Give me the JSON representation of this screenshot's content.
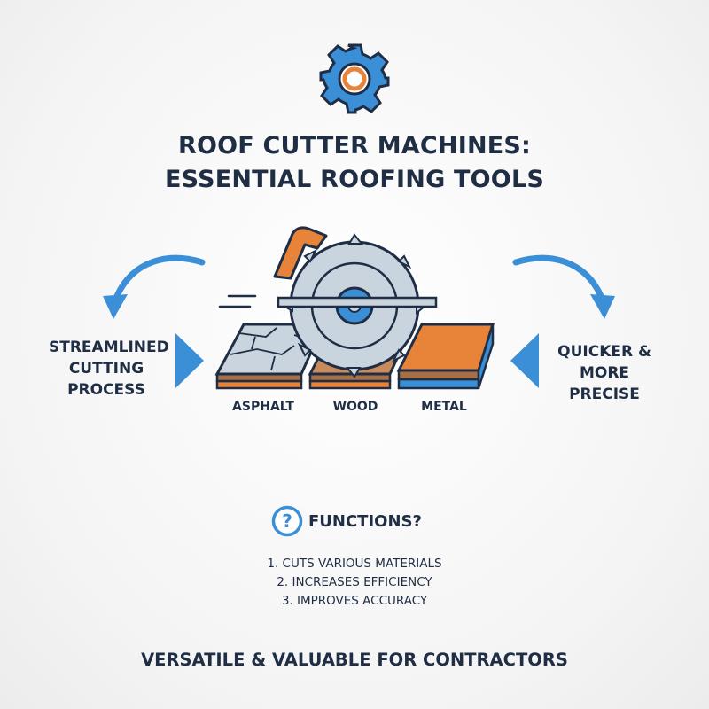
{
  "title": {
    "line1": "ROOF CUTTER MACHINES:",
    "line2": "ESSENTIAL ROOFING TOOLS"
  },
  "left_note": {
    "line1": "STREAMLINED",
    "line2": "CUTTING",
    "line3": "PROCESS"
  },
  "right_note": {
    "line1": "QUICKER &",
    "line2": "MORE PRECISE"
  },
  "materials": [
    "ASPHALT",
    "WOOD",
    "METAL"
  ],
  "functions": {
    "heading": "FUNCTIONS?",
    "items": [
      "1. CUTS VARIOUS MATERIALS",
      "2. INCREASES EFFICIENCY",
      "3. IMPROVES ACCURACY"
    ]
  },
  "tagline": "VERSATILE & VALUABLE FOR CONTRACTORS",
  "icons": {
    "top": "gear-icon",
    "functions": "question-circle-icon",
    "left_arrow": "curved-arrow-down-left-icon",
    "right_arrow": "curved-arrow-down-right-icon",
    "left_pointer": "triangle-right-icon",
    "right_pointer": "triangle-left-icon",
    "center": "circular-saw-illustration"
  },
  "colors": {
    "navy": "#1f2e45",
    "blue": "#3b8fd6",
    "orange": "#e8833a",
    "brown": "#a86f45",
    "steel": "#c9d4de"
  }
}
